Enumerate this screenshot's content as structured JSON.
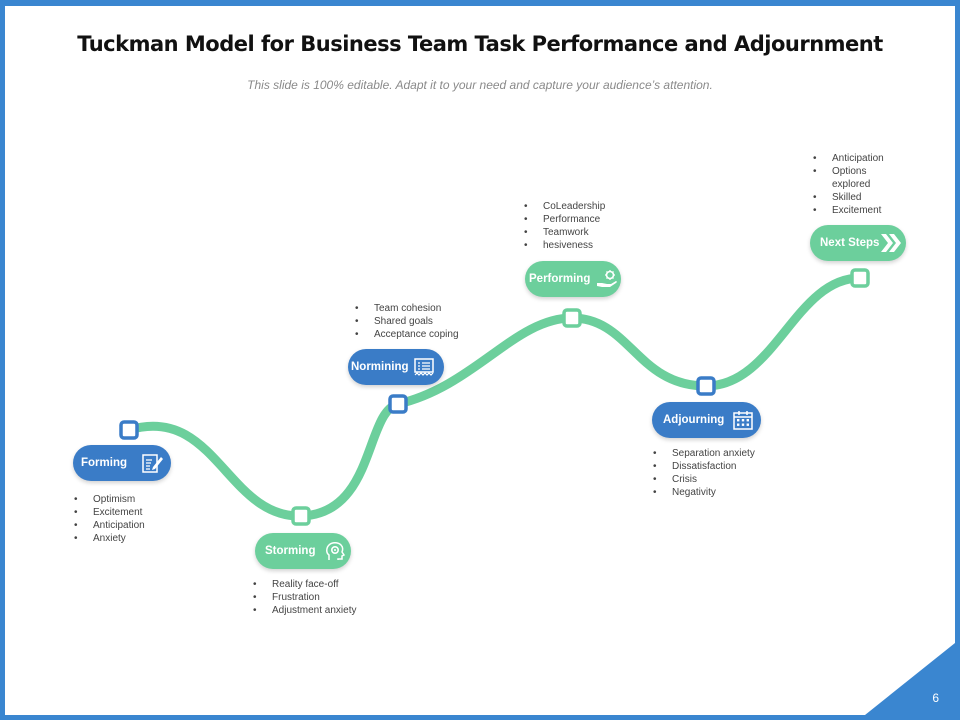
{
  "title": "Tuckman Model for Business Team Task Performance and Adjournment",
  "subtitle": "This slide is 100% editable. Adapt it to your need and capture your audience’s attention.",
  "page_number": "6",
  "colors": {
    "blue": "#3a7cc7",
    "green": "#6ccf9c",
    "border": "#3a86d0",
    "curve": "#6ccf9c"
  },
  "stages": [
    {
      "label": "Forming",
      "icon": "edit-document-icon",
      "items": [
        "Optimism",
        "Excitement",
        "Anticipation",
        "Anxiety"
      ]
    },
    {
      "label": "Storming",
      "icon": "head-gear-icon",
      "items": [
        "Reality face-off",
        "Frustration",
        "Adjustment anxiety"
      ]
    },
    {
      "label": "Normining",
      "icon": "checklist-icon",
      "items": [
        "Team cohesion",
        "Shared goals",
        "Acceptance coping"
      ]
    },
    {
      "label": "Performing",
      "icon": "hand-gear-icon",
      "items": [
        "CoLeadership",
        "Performance",
        "Teamwork",
        "hesiveness"
      ]
    },
    {
      "label": "Adjourning",
      "icon": "calendar-icon",
      "items": [
        "Separation anxiety",
        "Dissatisfaction",
        "Crisis",
        "Negativity"
      ]
    },
    {
      "label": "Next Steps",
      "icon": "double-chevron-right-icon",
      "items": [
        "Anticipation",
        "Options explored",
        "Skilled",
        "Excitement"
      ]
    }
  ]
}
